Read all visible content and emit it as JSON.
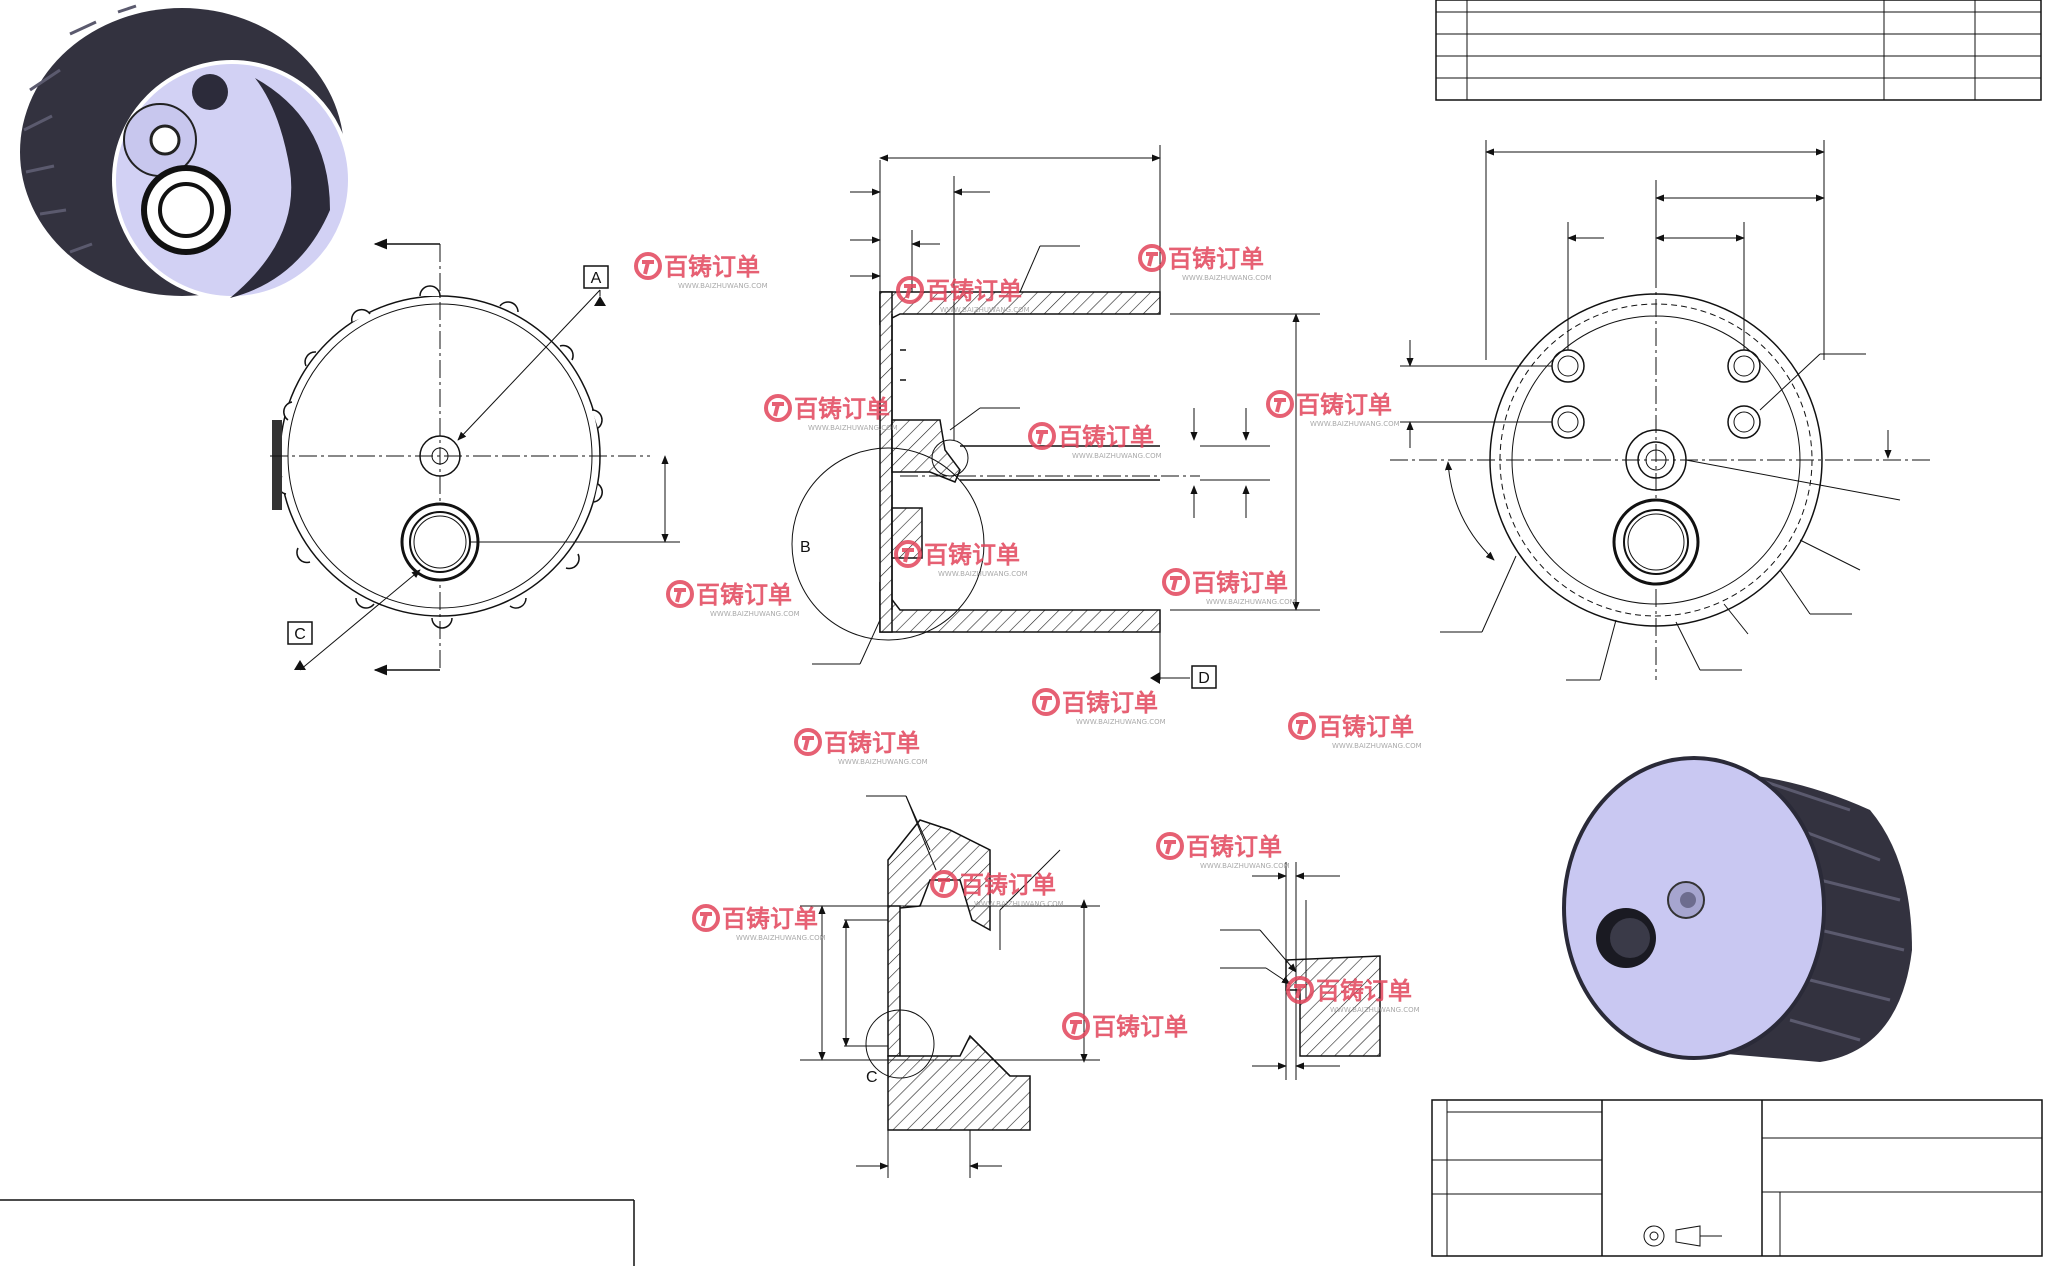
{
  "callouts": {
    "datum_a": "A",
    "datum_c": "C",
    "datum_d": "D",
    "section_b": "B",
    "detail_c": "C"
  },
  "watermark": {
    "brand": "百铸订单",
    "url": "WWW.BAIZHUWANG.COM"
  },
  "colors": {
    "line": "#111111",
    "shade_body": "#33323f",
    "shade_face": "#c9c8f2",
    "watermark": "#e2445a"
  }
}
